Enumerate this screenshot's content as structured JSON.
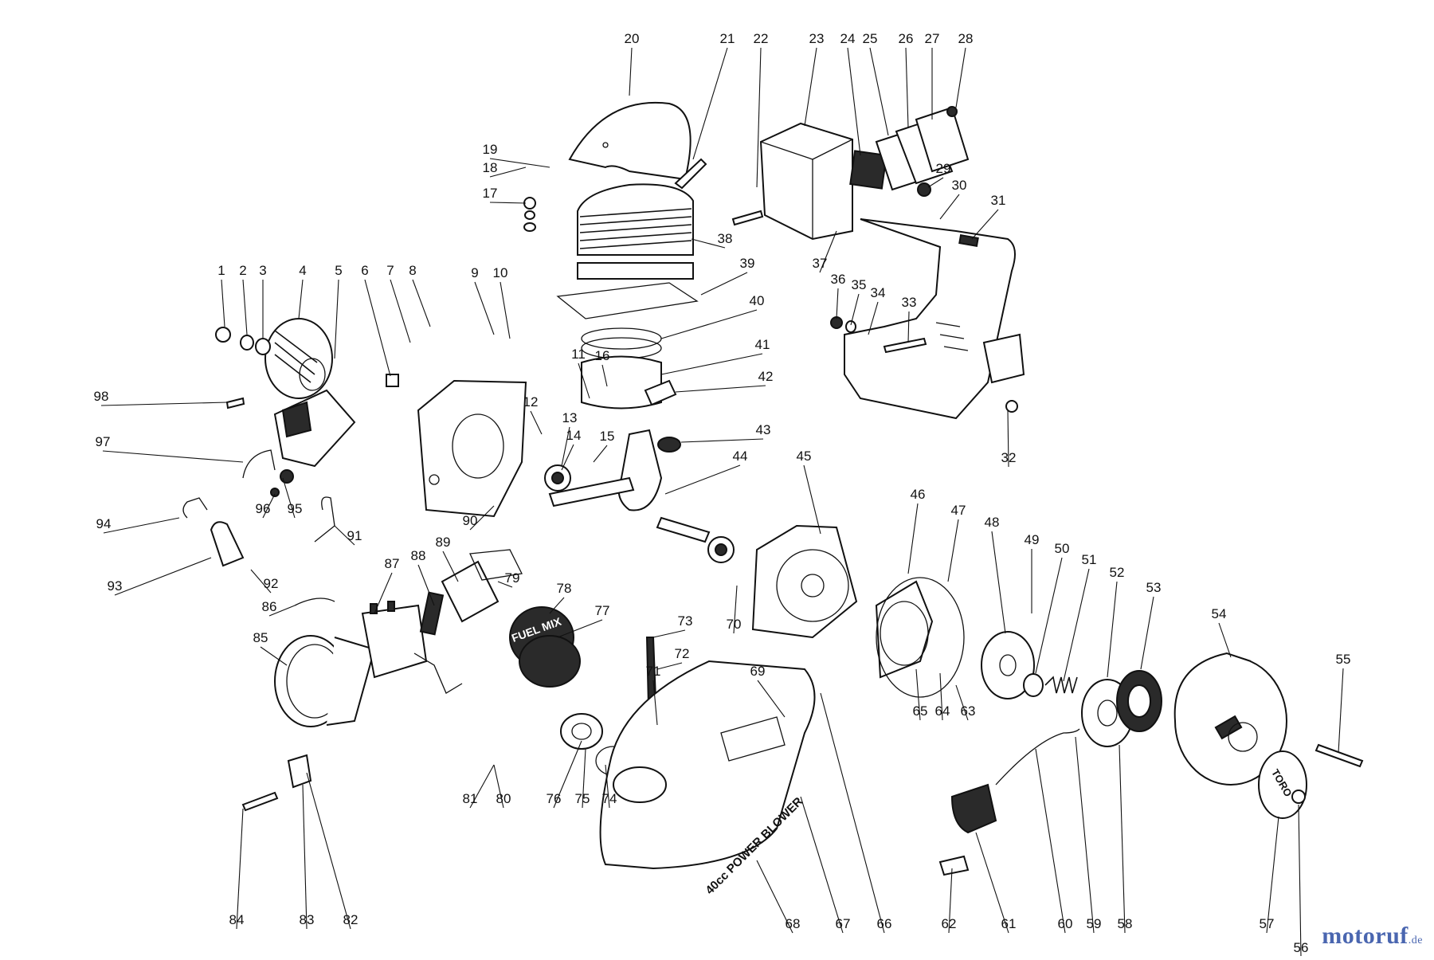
{
  "diagram": {
    "tank_label": "40cc POWER BLOWER",
    "fuel_cap_label": "FUEL MIX",
    "cover_label": "TORO"
  },
  "watermark": {
    "brand": "motoruf",
    "suffix": ".de"
  },
  "callouts": [
    "1",
    "2",
    "3",
    "4",
    "5",
    "6",
    "7",
    "8",
    "9",
    "10",
    "11",
    "12",
    "13",
    "14",
    "15",
    "16",
    "17",
    "18",
    "19",
    "20",
    "21",
    "22",
    "23",
    "24",
    "25",
    "26",
    "27",
    "28",
    "29",
    "30",
    "31",
    "32",
    "33",
    "34",
    "35",
    "36",
    "37",
    "38",
    "39",
    "40",
    "41",
    "42",
    "43",
    "44",
    "45",
    "46",
    "47",
    "48",
    "49",
    "50",
    "51",
    "52",
    "53",
    "54",
    "55",
    "56",
    "57",
    "58",
    "59",
    "60",
    "61",
    "62",
    "63",
    "64",
    "65",
    "66",
    "67",
    "68",
    "69",
    "70",
    "71",
    "72",
    "73",
    "74",
    "75",
    "76",
    "77",
    "78",
    "79",
    "80",
    "81",
    "82",
    "83",
    "84",
    "85",
    "86",
    "87",
    "88",
    "89",
    "90",
    "91",
    "92",
    "93",
    "94",
    "95",
    "96",
    "97",
    "98"
  ]
}
